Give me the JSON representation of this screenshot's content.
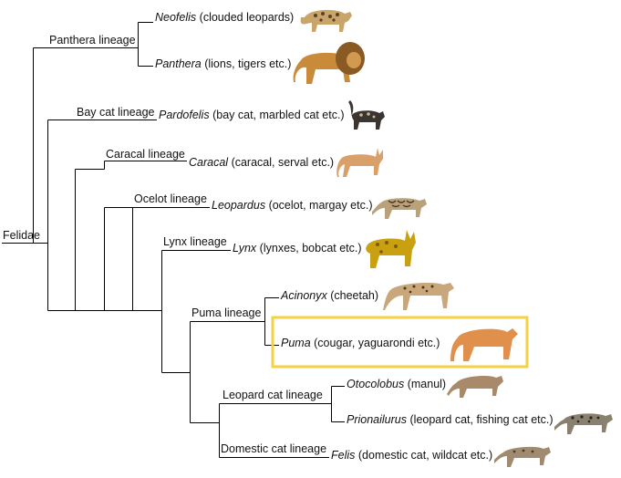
{
  "root": {
    "label": "Felidae"
  },
  "lineages": [
    {
      "id": "panthera",
      "label": "Panthera lineage"
    },
    {
      "id": "baycat",
      "label": "Bay cat lineage"
    },
    {
      "id": "caracal",
      "label": "Caracal lineage"
    },
    {
      "id": "ocelot",
      "label": "Ocelot lineage"
    },
    {
      "id": "lynx",
      "label": "Lynx lineage"
    },
    {
      "id": "puma",
      "label": "Puma lineage"
    },
    {
      "id": "leopardcat",
      "label": "Leopard cat lineage"
    },
    {
      "id": "domestic",
      "label": "Domestic cat lineage"
    }
  ],
  "genera": [
    {
      "id": "neofelis",
      "genus": "Neofelis",
      "common": "(clouded leopards)",
      "icon": "clouded-leopard-icon",
      "color": "#c9a56a"
    },
    {
      "id": "panthera",
      "genus": "Panthera",
      "common": "(lions, tigers etc.)",
      "icon": "lion-icon",
      "color": "#c98a3a"
    },
    {
      "id": "pardofelis",
      "genus": "Pardofelis",
      "common": "(bay cat, marbled cat etc.)",
      "icon": "marbled-cat-icon",
      "color": "#3a3530"
    },
    {
      "id": "caracal",
      "genus": "Caracal",
      "common": "(caracal, serval etc.)",
      "icon": "caracal-icon",
      "color": "#d9a06a"
    },
    {
      "id": "leopardus",
      "genus": "Leopardus",
      "common": "(ocelot, margay etc.)",
      "icon": "ocelot-icon",
      "color": "#b9a27a"
    },
    {
      "id": "lynx",
      "genus": "Lynx",
      "common": "(lynxes, bobcat etc.)",
      "icon": "lynx-icon",
      "color": "#c9a010"
    },
    {
      "id": "acinonyx",
      "genus": "Acinonyx",
      "common": "(cheetah)",
      "icon": "cheetah-icon",
      "color": "#caa77a"
    },
    {
      "id": "puma",
      "genus": "Puma",
      "common": "(cougar, yaguarondi etc.)",
      "icon": "cougar-icon",
      "color": "#e0904a"
    },
    {
      "id": "otocolobus",
      "genus": "Otocolobus",
      "common": "(manul)",
      "icon": "manul-icon",
      "color": "#a88a6a"
    },
    {
      "id": "prionailurus",
      "genus": "Prionailurus",
      "common": "(leopard cat, fishing cat etc.)",
      "icon": "leopard-cat-icon",
      "color": "#8a8070"
    },
    {
      "id": "felis",
      "genus": "Felis",
      "common": "(domestic cat, wildcat etc.)",
      "icon": "wildcat-icon",
      "color": "#a08a70"
    }
  ],
  "highlight": {
    "target": "puma",
    "color": "#f5d245"
  }
}
